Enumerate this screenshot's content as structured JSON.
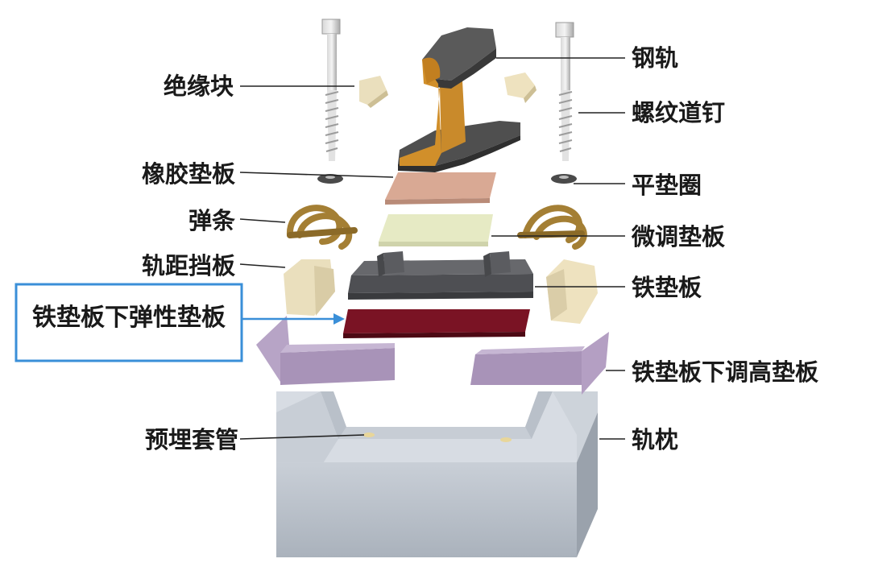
{
  "labels": {
    "insulating_block": "绝缘块",
    "rubber_pad": "橡胶垫板",
    "spring_clip": "弹条",
    "gauge_block": "轨距挡板",
    "elastic_pad_under_plate": "铁垫板下弹性垫板",
    "embedded_sleeve": "预埋套管",
    "rail": "钢轨",
    "screw_spike": "螺纹道钉",
    "flat_washer": "平垫圈",
    "fine_adjust_pad": "微调垫板",
    "iron_tie_plate": "铁垫板",
    "height_adjust_pad": "铁垫板下调高垫板",
    "sleeper": "轨枕"
  },
  "colors": {
    "highlight_box": "#3a8fd8",
    "rail_steel": "#4a4a4a",
    "rail_web": "#c98a2b",
    "rubber_pad": "#d9a994",
    "fine_pad": "#e6eac4",
    "tie_plate": "#56575b",
    "elastic_pad": "#6e0f1e",
    "height_pad": "#a893b8",
    "sleeper": "#bfc6cf",
    "spring_clip": "#b08a3a",
    "gauge_block": "#eee2bf"
  }
}
